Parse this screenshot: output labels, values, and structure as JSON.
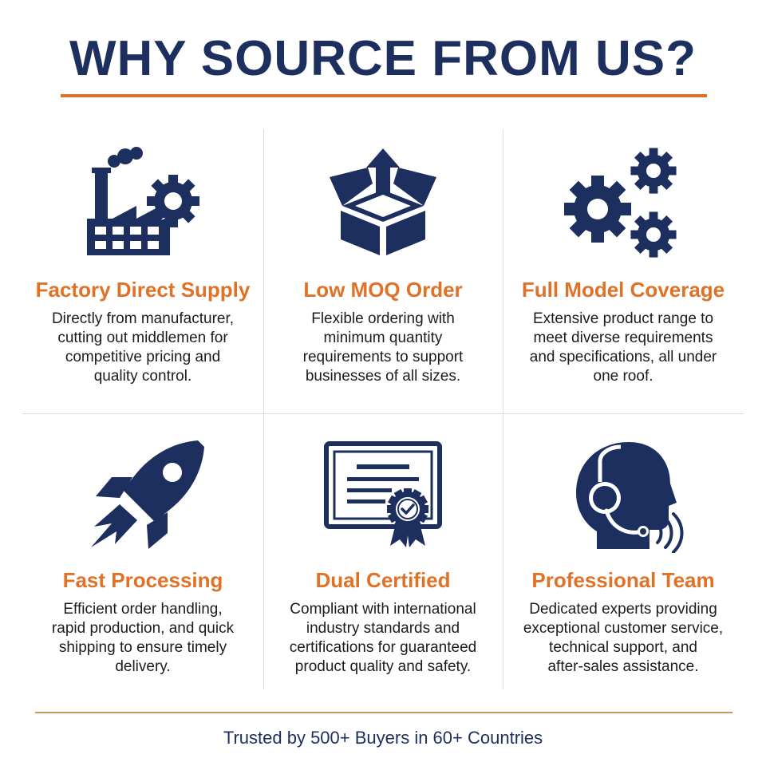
{
  "title": "WHY SOURCE FROM US?",
  "colors": {
    "navy": "#1c2f5e",
    "orange": "#e07228",
    "divider": "#dcdcdc"
  },
  "features": [
    {
      "icon": "factory-gear-icon",
      "heading": "Factory Direct Supply",
      "lines": [
        "Directly from manufacturer,",
        "cutting out middlemen for",
        "competitive pricing and",
        "quality control."
      ]
    },
    {
      "icon": "open-box-arrow-icon",
      "heading": "Low MOQ Order",
      "lines": [
        "Flexible ordering with",
        "minimum quantity",
        "requirements to support",
        "businesses of all sizes."
      ]
    },
    {
      "icon": "gears-icon",
      "heading": "Full Model Coverage",
      "lines": [
        "Extensive product range to",
        "meet diverse requirements",
        "and specifications, all under",
        "one roof."
      ]
    },
    {
      "icon": "rocket-icon",
      "heading": "Fast Processing",
      "lines": [
        "Efficient order handling,",
        "rapid production, and quick",
        "shipping to ensure timely",
        "delivery."
      ]
    },
    {
      "icon": "certificate-icon",
      "heading": "Dual Certified",
      "lines": [
        "Compliant with international",
        "industry standards and",
        "certifications for guaranteed",
        "product quality and safety."
      ]
    },
    {
      "icon": "headset-agent-icon",
      "heading": "Professional Team",
      "lines": [
        "Dedicated experts providing",
        "exceptional customer service,",
        "technical support, and",
        "after-sales assistance."
      ]
    }
  ],
  "footer": "Trusted by 500+ Buyers in 60+ Countries"
}
